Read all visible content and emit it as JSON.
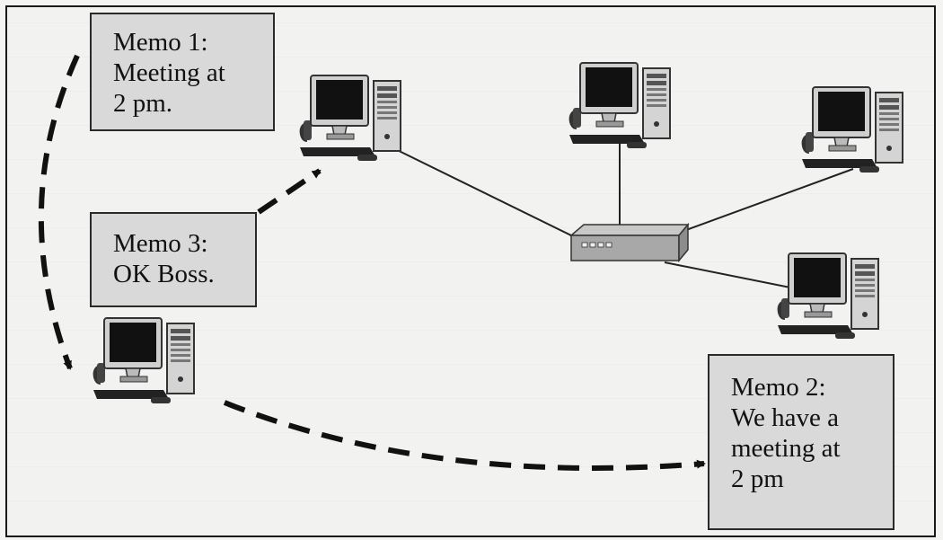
{
  "memos": {
    "memo1": {
      "title": "Memo 1:",
      "lines": [
        "Meeting at",
        "2 pm."
      ]
    },
    "memo2": {
      "title": "Memo 2:",
      "lines": [
        "We have a",
        "meeting at",
        "2 pm"
      ]
    },
    "memo3": {
      "title": "Memo 3:",
      "lines": [
        "OK Boss."
      ]
    }
  },
  "icons": {
    "computer": "computer-icon",
    "hub": "network-hub-icon"
  },
  "colors": {
    "memo_fill": "#d9d9d9",
    "hub_fill": "#a8a8a8",
    "arrow": "#111111",
    "screen": "#111111"
  }
}
